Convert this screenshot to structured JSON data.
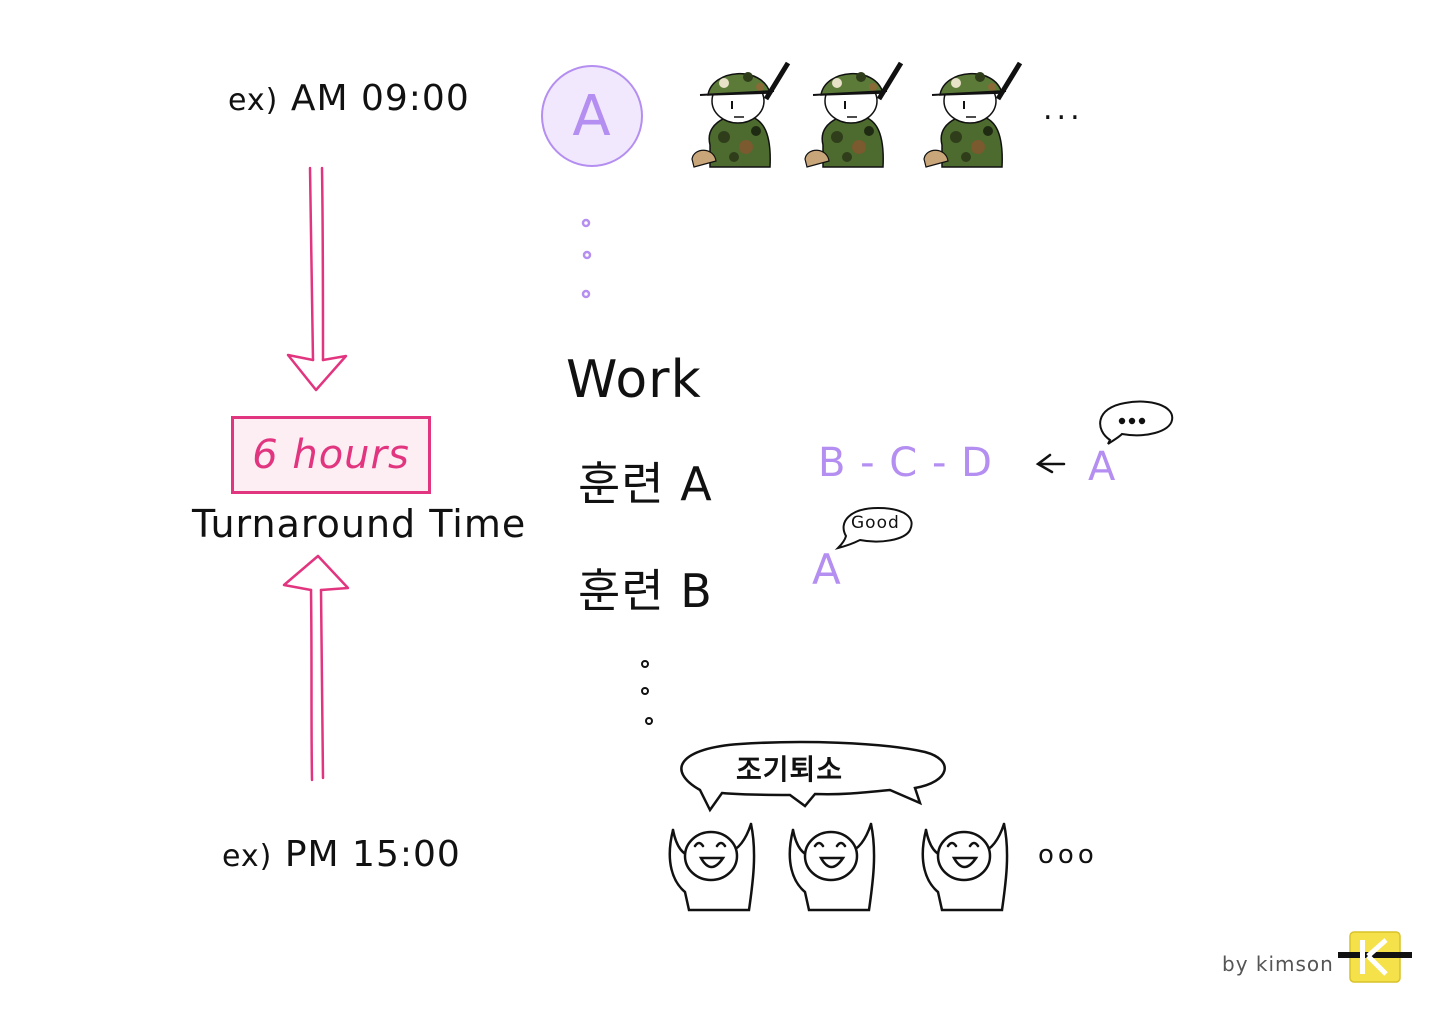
{
  "time_start": {
    "prefix": "ex)",
    "time": "AM 09:00"
  },
  "time_end": {
    "prefix": "ex)",
    "time": "PM 15:00"
  },
  "turnaround": {
    "hours": "6 hours",
    "label": "Turnaround Time"
  },
  "process_circle": "A",
  "work": {
    "title": "Work",
    "training_a": "훈련 A",
    "training_b": "훈련 B",
    "chain": "B - C - D",
    "chain_from": "A",
    "good_reply": "A",
    "speech_good": "Good",
    "speech_dots": "..."
  },
  "early_leave": "조기퇴소",
  "ellipsis_top": "...",
  "ellipsis_bottom": "ooo",
  "credit": "by kimson",
  "logo_letter": "K",
  "colors": {
    "accent_pink": "#e2357f",
    "accent_purple": "#b48ef0",
    "logo_yellow": "#f5e14a"
  },
  "icons": [
    "soldier-icon",
    "cheering-person-icon",
    "speech-bubble-icon",
    "arrow-down-icon",
    "arrow-up-icon",
    "arrow-left-icon"
  ]
}
